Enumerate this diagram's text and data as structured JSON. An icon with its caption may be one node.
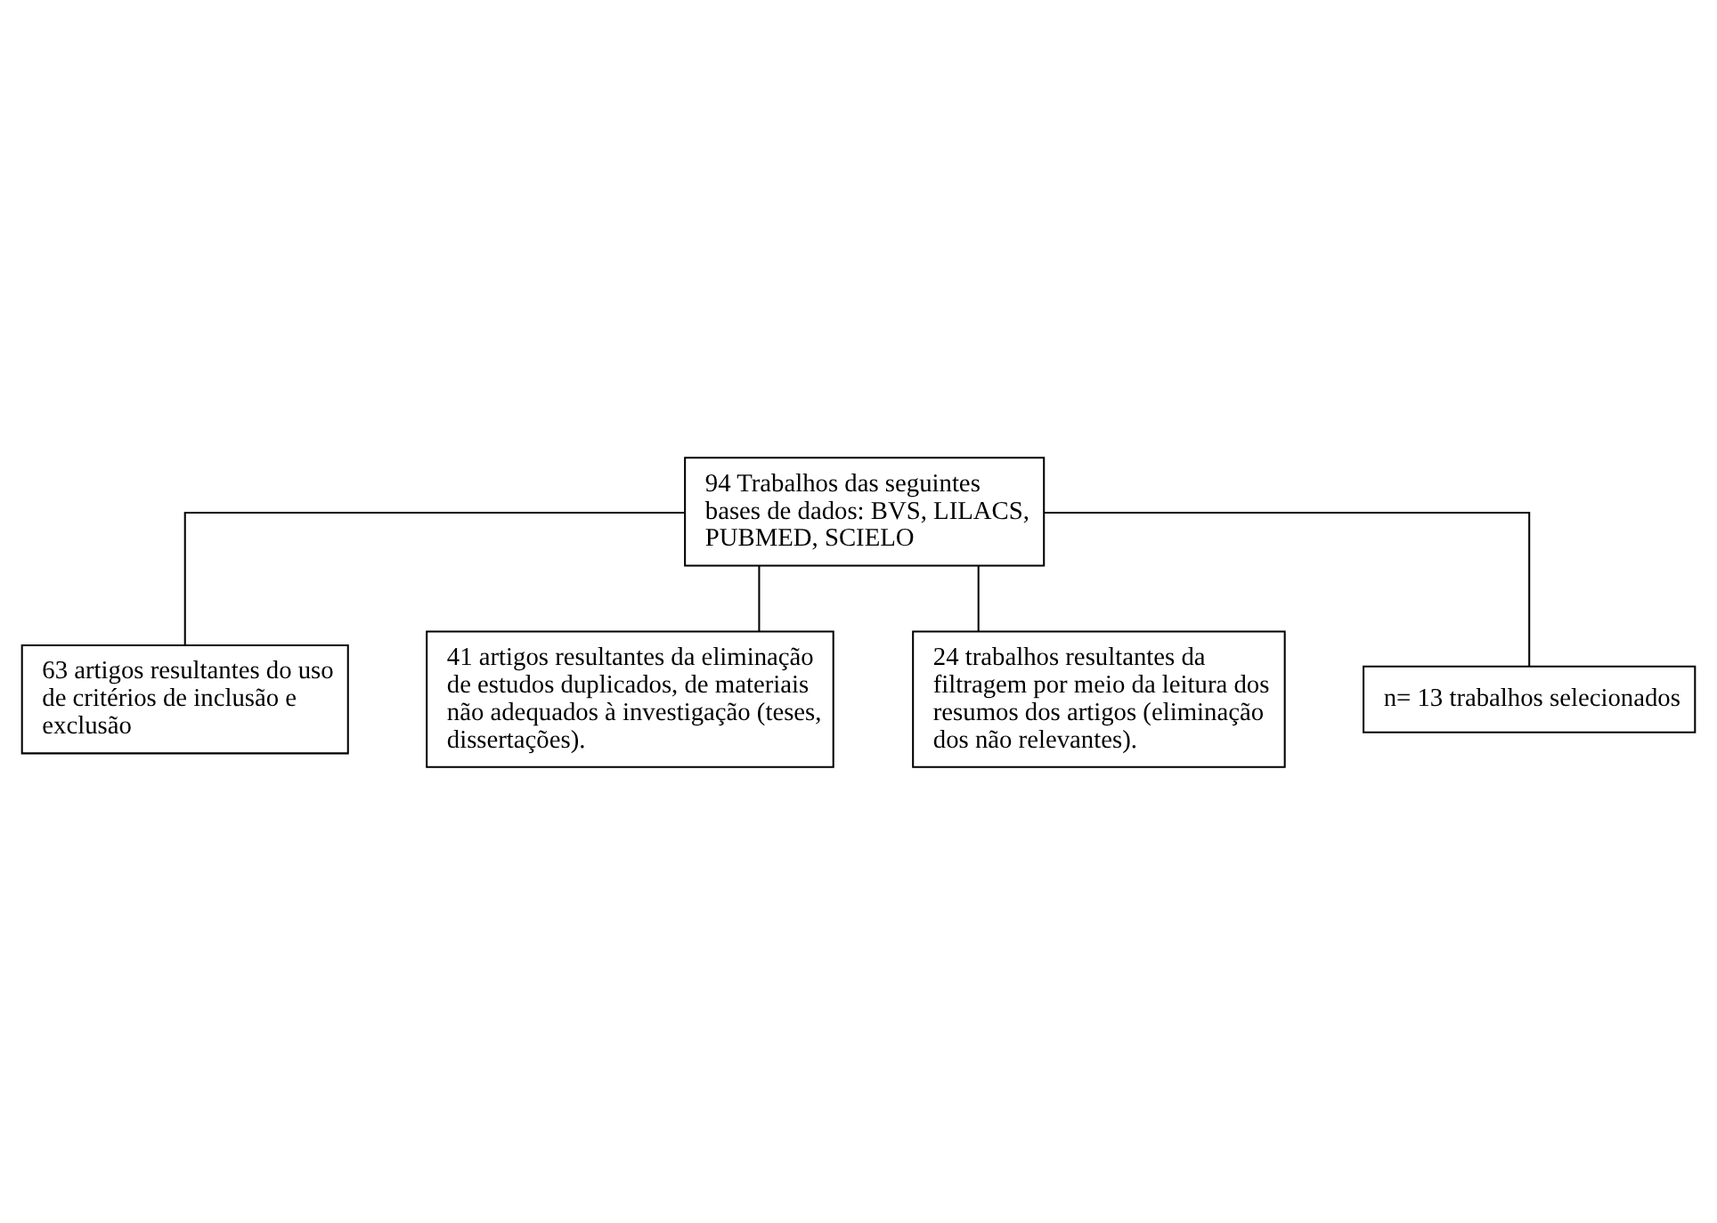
{
  "diagram": {
    "nodes": [
      {
        "text": [
          "94 Trabalhos das seguintes bases de dados: BVS, LILACS, PUBMED, SCIELO"
        ]
      },
      {
        "text": [
          "63 artigos resultantes do uso de critérios de inclusão e exclusão"
        ]
      },
      {
        "text": [
          "41 artigos resultantes da eliminação de estudos duplicados, de materiais não adequados à investigação (teses, dissertações)."
        ]
      },
      {
        "text": [
          "24 trabalhos resultantes da filtragem por meio da leitura dos resumos dos artigos (eliminação dos não relevantes)."
        ]
      },
      {
        "text": [
          "n= 13 trabalhos selecionados"
        ]
      }
    ],
    "edges": [
      {
        "from": 0,
        "to": 1,
        "arrow": "none"
      },
      {
        "from": 0,
        "to": 2,
        "arrow": "none"
      },
      {
        "from": 0,
        "to": 3,
        "arrow": "none"
      },
      {
        "from": 0,
        "to": 4,
        "arrow": "none"
      }
    ]
  }
}
